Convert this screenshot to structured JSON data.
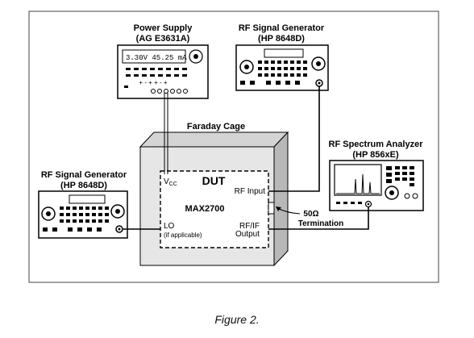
{
  "power_supply": {
    "title": "Power Supply",
    "model": "(AG E3631A)",
    "display": "3.30V  45.25 mA"
  },
  "rf_gen_top": {
    "title": "RF Signal Generator",
    "model": "(HP 8648D)"
  },
  "rf_gen_left": {
    "title": "RF Signal Generator",
    "model": "(HP 8648D)"
  },
  "spectrum_analyzer": {
    "title": "RF Spectrum Analyzer",
    "model": "(HP 856xE)"
  },
  "faraday_cage": "Faraday Cage",
  "dut": {
    "title": "DUT",
    "part": "MAX2700",
    "vcc": "V",
    "vcc_sub": "CC",
    "rf_input": "RF Input",
    "lo": "LO",
    "lo_note": "(if applicable)",
    "rf_if_1": "RF/IF",
    "rf_if_2": "Output"
  },
  "termination": {
    "line1": "50Ω",
    "line2": "Termination"
  },
  "caption": "Figure 2."
}
